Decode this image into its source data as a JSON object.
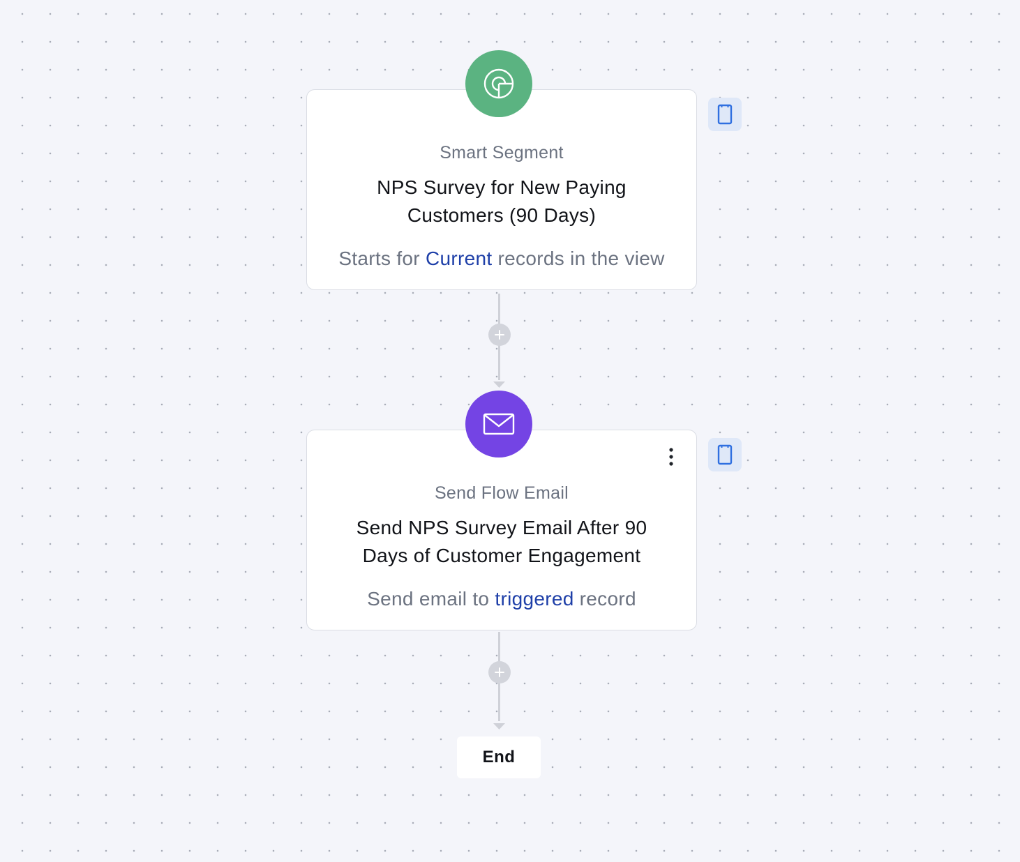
{
  "flow": {
    "nodes": [
      {
        "type_label": "Smart Segment",
        "title": "NPS Survey for New Paying Customers (90 Days)",
        "desc_prefix": "Starts for ",
        "desc_link": "Current",
        "desc_suffix": " records in the view",
        "icon": "segment-icon",
        "icon_color": "#5bb381"
      },
      {
        "type_label": "Send Flow Email",
        "title": "Send NPS Survey Email After 90 Days of Customer Engagement",
        "desc_prefix": "Send email to ",
        "desc_link": "triggered",
        "desc_suffix": " record",
        "icon": "envelope-icon",
        "icon_color": "#7444e4"
      }
    ],
    "end_label": "End"
  },
  "colors": {
    "link": "#1e3fa8",
    "background": "#f4f5fa",
    "side_button": "#dfe8f8",
    "side_icon": "#2f6fe0"
  }
}
